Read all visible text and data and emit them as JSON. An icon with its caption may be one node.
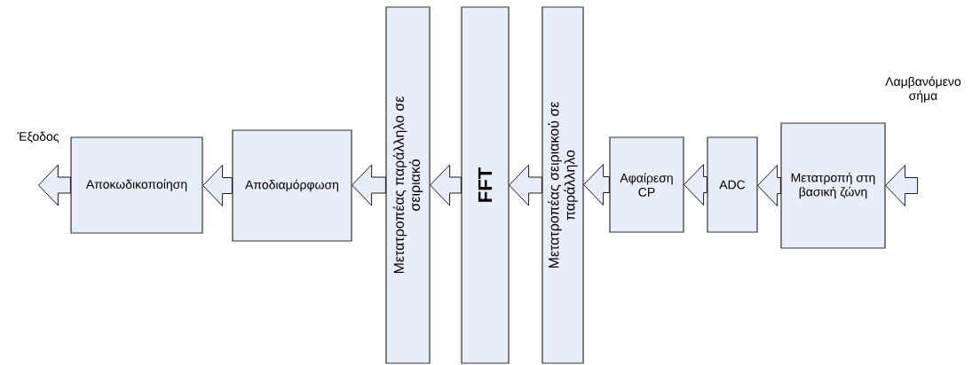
{
  "diagram": {
    "nodes": [
      {
        "text": [
          "Αποκωδικοποίηση"
        ]
      },
      {
        "text": [
          "Αποδιαμόρφωση"
        ]
      },
      {
        "text": [
          "Μετατροπέας παράλληλο σε σειριακό"
        ]
      },
      {
        "text": [
          "FFT"
        ]
      },
      {
        "text": [
          "Μετατροπέας σειριακού σε παράλληλο"
        ]
      },
      {
        "text": [
          "Αφαίρεση CP"
        ]
      },
      {
        "text": [
          "ADC"
        ]
      },
      {
        "text": [
          "Μετατροπή στη βασική ζώνη"
        ]
      }
    ],
    "edges": [
      {
        "from": null,
        "to": 7,
        "arrow": "to"
      },
      {
        "from": 7,
        "to": 6,
        "arrow": "to"
      },
      {
        "from": 6,
        "to": 5,
        "arrow": "to"
      },
      {
        "from": 5,
        "to": 4,
        "arrow": "to"
      },
      {
        "from": 4,
        "to": 3,
        "arrow": "to"
      },
      {
        "from": 3,
        "to": 2,
        "arrow": "to"
      },
      {
        "from": 2,
        "to": 1,
        "arrow": "to"
      },
      {
        "from": 1,
        "to": 0,
        "arrow": "to"
      },
      {
        "from": 0,
        "to": null,
        "arrow": "to"
      }
    ],
    "labels": [
      "Έξοδος",
      "Λαμβανόμενο σήμα"
    ]
  }
}
